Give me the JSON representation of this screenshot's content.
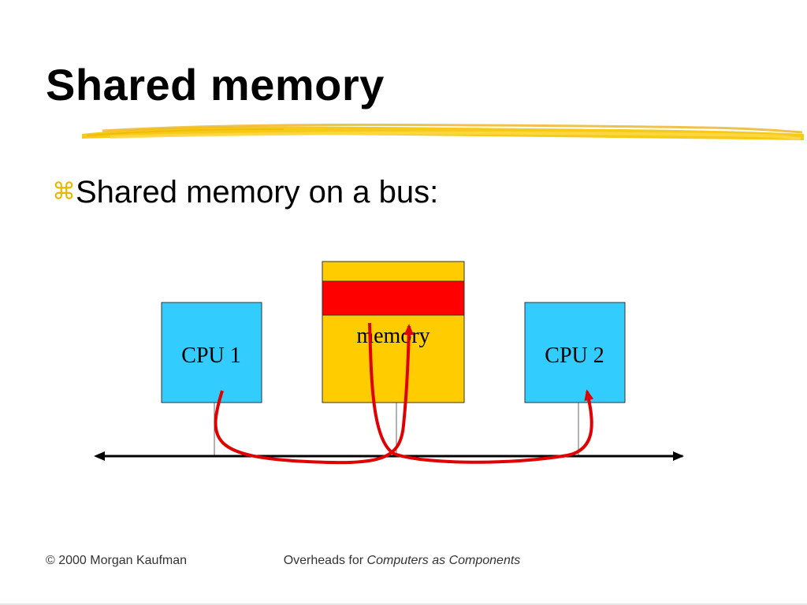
{
  "slide": {
    "title": "Shared memory",
    "bullet_glyph": "⌘",
    "bullet": "Shared memory on a bus:"
  },
  "diagram": {
    "nodes": {
      "cpu1": "CPU 1",
      "memory": "memory",
      "cpu2": "CPU 2"
    },
    "colors": {
      "cpu": "#33ccff",
      "memory": "#ffcc00",
      "memory_band": "#ff0000",
      "arrow": "#e00000",
      "bus": "#000000"
    }
  },
  "footer": {
    "copyright": "© 2000 Morgan Kaufman",
    "overheads_prefix": "Overheads for ",
    "overheads_title": "Computers as Components"
  },
  "decoration": {
    "underline_color": "#f5c400"
  }
}
